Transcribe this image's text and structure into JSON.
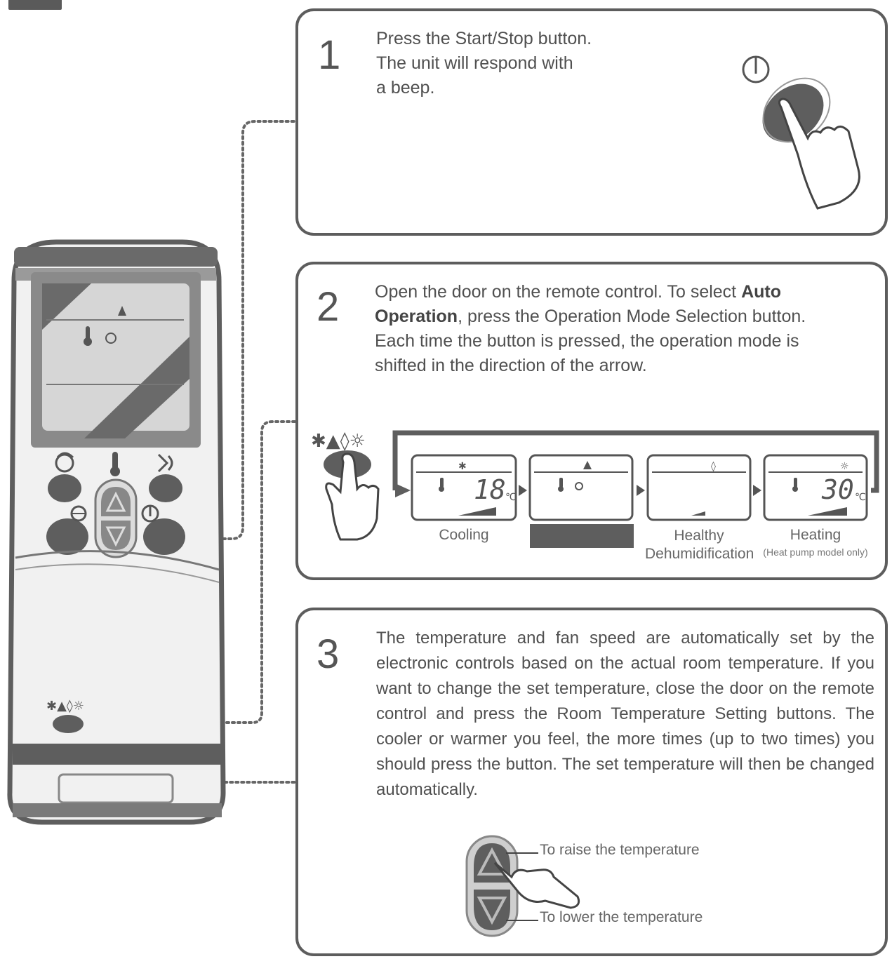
{
  "step1": {
    "number": "1",
    "lines": [
      "Press the Start/Stop button.",
      "The unit will respond with",
      "a beep."
    ]
  },
  "step2": {
    "number": "2",
    "text_before": "Open the door on the remote control. To select ",
    "text_bold": "Auto Operation",
    "text_after": ", press the Operation Mode Selection button. Each time the button is pressed, the operation mode is shifted in the direction of the arrow.",
    "modes": [
      {
        "label": "Cooling",
        "sub": "",
        "display_temp": "18",
        "unit": "℃"
      },
      {
        "label": "",
        "sub": "",
        "display_temp": "",
        "unit": ""
      },
      {
        "label": "Healthy",
        "sub": "Dehumidification",
        "display_temp": "",
        "unit": ""
      },
      {
        "label": "Heating",
        "sub": "(Heat pump model only)",
        "display_temp": "30",
        "unit": "℃"
      }
    ]
  },
  "step3": {
    "number": "3",
    "text": "The temperature and fan speed are automatically set by the electronic controls based on the actual room temperature. If you want to change the set temperature, close the door on the remote control and press the Room Temperature Setting buttons. The cooler or warmer you feel, the more times (up to two times) you should press the button. The set temperature will then be changed automatically.",
    "raise_label": "To raise the temperature",
    "lower_label": "To lower the temperature"
  },
  "colors": {
    "border": "#5d5d5d",
    "remote_dark": "#5e5e5e",
    "remote_light": "#dcdcdc",
    "dots": "#666666"
  },
  "icons": [
    "power-icon",
    "snowflake-icon",
    "auto-icon",
    "drop-icon",
    "sun-icon",
    "thermometer-icon",
    "fan-icon",
    "swing-icon",
    "up-arrow-icon",
    "down-arrow-icon",
    "hand-icon"
  ]
}
